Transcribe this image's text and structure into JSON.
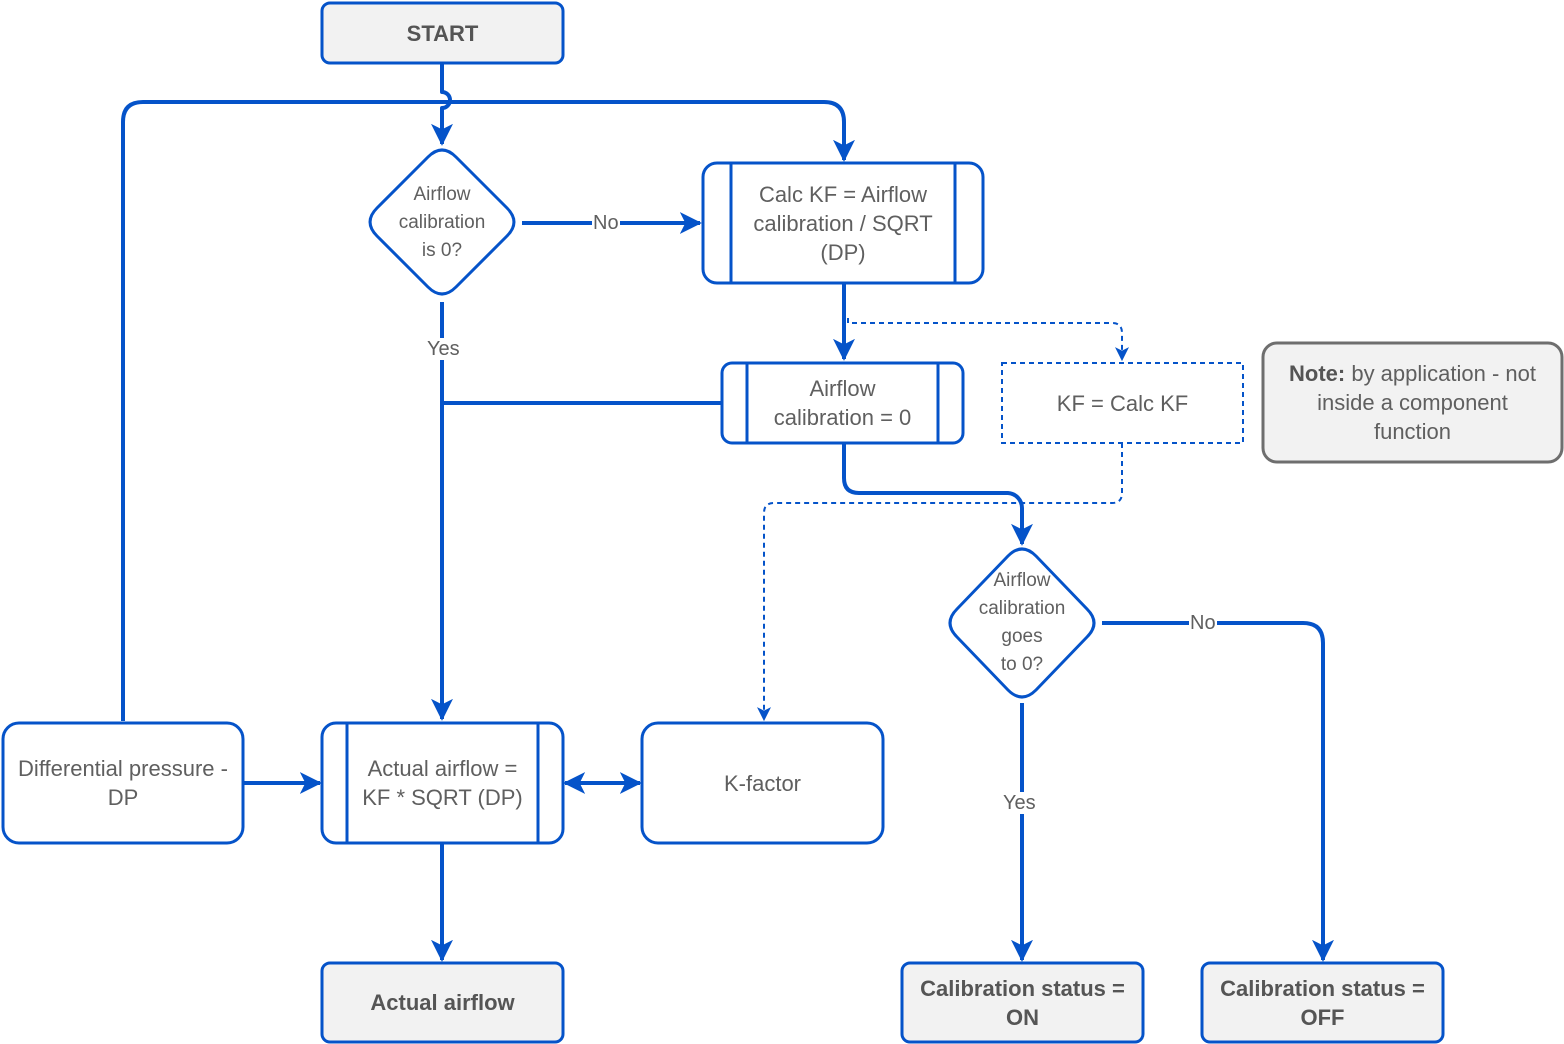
{
  "nodes": {
    "start": "START",
    "decision1": [
      "Airflow",
      "calibration",
      "is 0?"
    ],
    "calc_kf": [
      "Calc KF = Airflow",
      "calibration / SQRT",
      "(DP)"
    ],
    "airflow_cal_zero": [
      "Airflow",
      "calibration = 0"
    ],
    "kf_assign": "KF = Calc KF",
    "note_bold": "Note:",
    "note_lines": [
      " by application - not",
      "inside a component",
      "function"
    ],
    "decision2": [
      "Airflow",
      "calibration",
      "goes",
      "to 0?"
    ],
    "differential_pressure": [
      "Differential pressure -",
      "DP"
    ],
    "actual_airflow_calc": [
      "Actual airflow =",
      "KF * SQRT (DP)"
    ],
    "k_factor": "K-factor",
    "actual_airflow": "Actual airflow",
    "cal_status_on": [
      "Calibration status =",
      "ON"
    ],
    "cal_status_off": [
      "Calibration status =",
      "OFF"
    ]
  },
  "edges": {
    "d1_no": "No",
    "d1_yes": "Yes",
    "d2_no": "No",
    "d2_yes": "Yes"
  },
  "colors": {
    "stroke": "#0553c9",
    "note_stroke": "#6e6e6e",
    "terminal_fill": "#f2f2f2",
    "text": "#5f5f5f"
  }
}
